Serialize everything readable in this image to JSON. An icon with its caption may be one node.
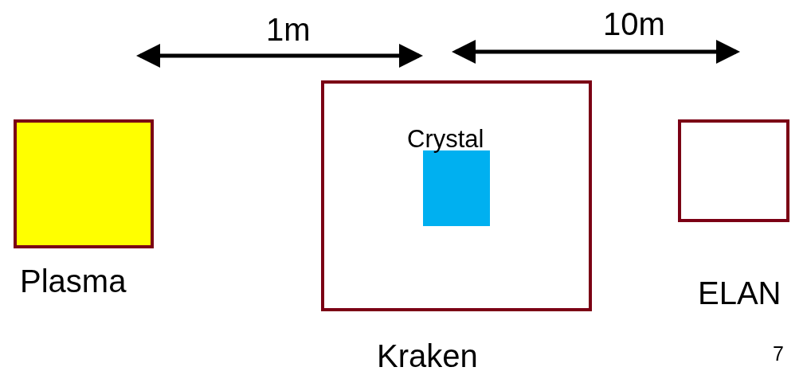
{
  "diagram": {
    "nodes": [
      {
        "text": [],
        "shape": "box",
        "beside": [
          "Plasma"
        ]
      },
      {
        "text": [],
        "shape": "box",
        "beside": [
          "Kraken"
        ]
      },
      {
        "text": [],
        "shape": "box",
        "beside": [
          "Crystal"
        ],
        "in": 1
      },
      {
        "text": [],
        "shape": "box",
        "beside": [
          "ELAN"
        ]
      }
    ],
    "labels": [
      "1m",
      "10m",
      "7"
    ]
  }
}
